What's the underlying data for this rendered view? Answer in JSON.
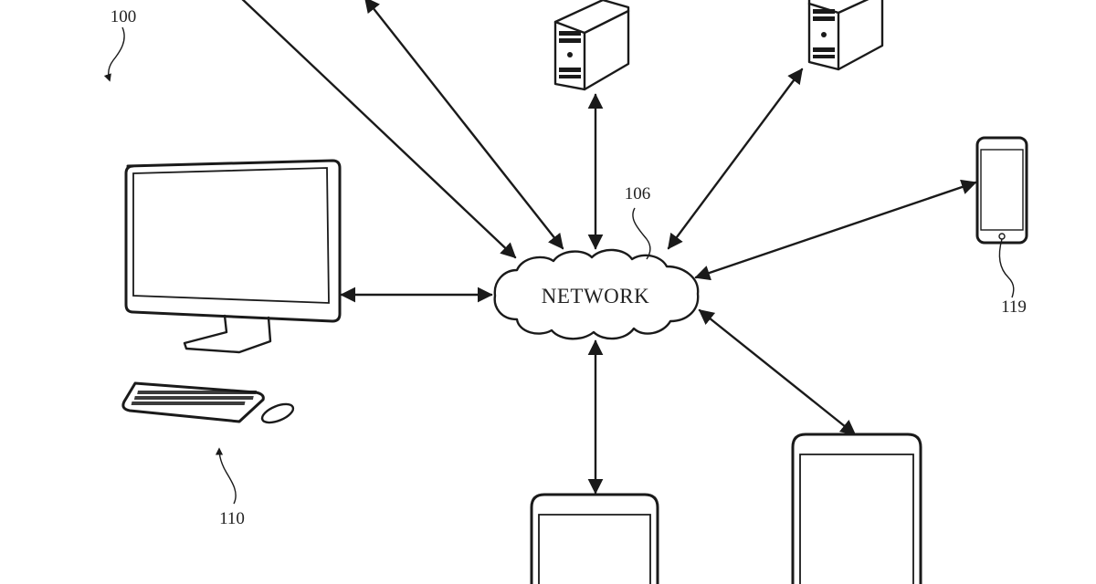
{
  "diagram": {
    "title": "System overview diagram",
    "network": {
      "label": "NETWORK",
      "ref": "106"
    },
    "refs": {
      "system": "100",
      "desktop": "110",
      "phone": "119",
      "network": "106"
    },
    "nodes": [
      {
        "id": "desktop",
        "kind": "desktop-computer",
        "ref": "110"
      },
      {
        "id": "server-1",
        "kind": "server-tower"
      },
      {
        "id": "server-2",
        "kind": "server-tower"
      },
      {
        "id": "phone",
        "kind": "smartphone",
        "ref": "119"
      },
      {
        "id": "tablet-small",
        "kind": "tablet"
      },
      {
        "id": "tablet-large",
        "kind": "tablet"
      },
      {
        "id": "offscreen-1",
        "kind": "offscreen-device"
      },
      {
        "id": "offscreen-2",
        "kind": "offscreen-device"
      }
    ],
    "connections": [
      {
        "from": "offscreen-1",
        "to": "network",
        "arrows": "both"
      },
      {
        "from": "offscreen-2",
        "to": "network",
        "arrows": "both"
      },
      {
        "from": "server-1",
        "to": "network",
        "arrows": "both"
      },
      {
        "from": "server-2",
        "to": "network",
        "arrows": "both"
      },
      {
        "from": "phone",
        "to": "network",
        "arrows": "both"
      },
      {
        "from": "desktop",
        "to": "network",
        "arrows": "both"
      },
      {
        "from": "tablet-small",
        "to": "network",
        "arrows": "both"
      },
      {
        "from": "tablet-large",
        "to": "network",
        "arrows": "both"
      }
    ],
    "line_color": "#1a1a1a",
    "background": "#ffffff"
  }
}
